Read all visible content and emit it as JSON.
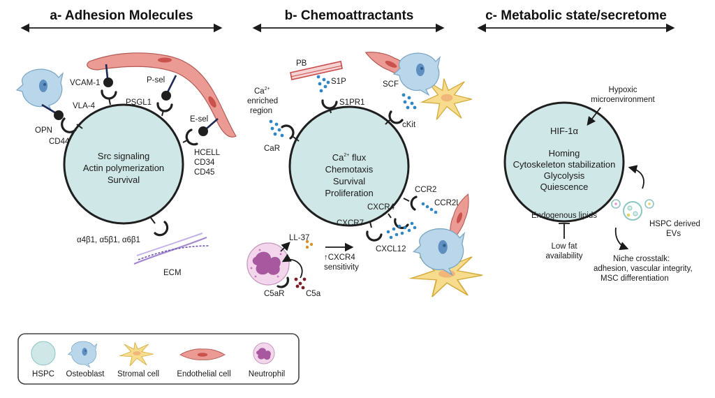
{
  "panels": {
    "a": {
      "title": "a- Adhesion Molecules",
      "center": [
        "Src signaling",
        "Actin polymerization",
        "Survival"
      ],
      "labels": {
        "opn": "OPN",
        "cd44": "CD44",
        "vcam1": "VCAM-1",
        "vla4": "VLA-4",
        "psel": "P-sel",
        "psgl1": "PSGL1",
        "esel": "E-sel",
        "hcell": "HCELL",
        "cd34": "CD34",
        "cd45": "CD45",
        "integrins": "α4β1, α5β1, α6β1",
        "ecm": "ECM"
      }
    },
    "b": {
      "title": "b- Chemoattractants",
      "center_main": "Ca",
      "center_sup": "2+",
      "center_tail": " flux",
      "center": [
        "Chemotaxis",
        "Survival",
        "Proliferation"
      ],
      "labels": {
        "pb": "PB",
        "s1p": "S1P",
        "s1pr1": "S1PR1",
        "scf": "SCF",
        "ckit": "cKit",
        "ca_main": "Ca",
        "ca_sup": "2+",
        "enriched": "enriched",
        "region": "region",
        "car": "CaR",
        "ccr2": "CCR2",
        "ccr2l": "CCR2L",
        "cxcr4": "CXCR4",
        "cxcr7": "CXCR7",
        "cxcl12": "CXCL12",
        "ll37": "LL-37",
        "cxcr4sens_1": "↑CXCR4",
        "cxcr4sens_2": "sensitivity",
        "c5ar": "C5aR",
        "c5a": "C5a"
      }
    },
    "c": {
      "title": "c- Metabolic state/secretome",
      "hif": "HIF-1α",
      "center": [
        "Homing",
        "Cytoskeleton stabilization",
        "Glycolysis",
        "Quiescence"
      ],
      "lipids": "Endogenous lipids",
      "labels": {
        "hypoxic_1": "Hypoxic",
        "hypoxic_2": "microenvironment",
        "lowfat_1": "Low fat",
        "lowfat_2": "availability",
        "evs_1": "HSPC derived",
        "evs_2": "EVs",
        "niche_1": "Niche crosstalk:",
        "niche_2": "adhesion, vascular integrity,",
        "niche_3": "MSC differentiation"
      }
    }
  },
  "legend": {
    "items": [
      "HSPC",
      "Osteoblast",
      "Stromal cell",
      "Endothelial cell",
      "Neutrophil"
    ]
  },
  "colors": {
    "hspc": "#cfe7e6",
    "osteoblast": "#b9d6ea",
    "stromal": "#f6dc8c",
    "endothelial": "#ec9a94",
    "neutrophil": "#f3d6ec",
    "dots": "#2f86c4"
  }
}
